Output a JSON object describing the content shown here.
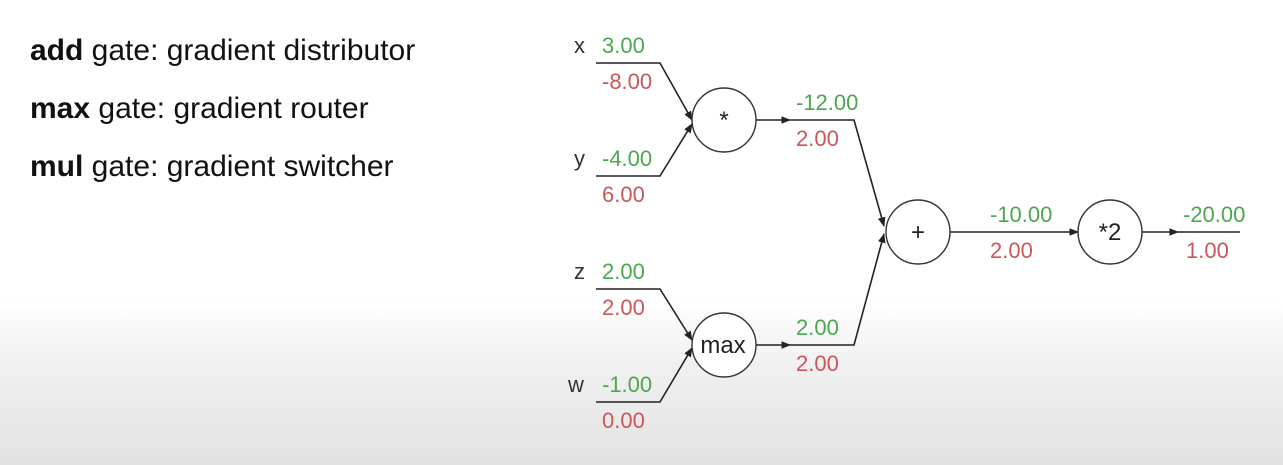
{
  "rules": [
    {
      "gate": "add",
      "desc": " gate: gradient distributor"
    },
    {
      "gate": "max",
      "desc": " gate: gradient router"
    },
    {
      "gate": "mul",
      "desc": " gate: gradient switcher"
    }
  ],
  "graph": {
    "inputs": [
      {
        "name": "x",
        "forward": "3.00",
        "gradient": "-8.00"
      },
      {
        "name": "y",
        "forward": "-4.00",
        "gradient": "6.00"
      },
      {
        "name": "z",
        "forward": "2.00",
        "gradient": "2.00"
      },
      {
        "name": "w",
        "forward": "-1.00",
        "gradient": "0.00"
      }
    ],
    "nodes": {
      "mul": {
        "op": "*",
        "forward": "-12.00",
        "gradient": "2.00"
      },
      "max": {
        "op": "max",
        "forward": "2.00",
        "gradient": "2.00"
      },
      "add": {
        "op": "+",
        "forward": "-10.00",
        "gradient": "2.00"
      },
      "scale": {
        "op": "*2",
        "forward": "-20.00",
        "gradient": "1.00"
      }
    }
  },
  "colors": {
    "forward": "#4aa84e",
    "gradient": "#c9575b"
  }
}
